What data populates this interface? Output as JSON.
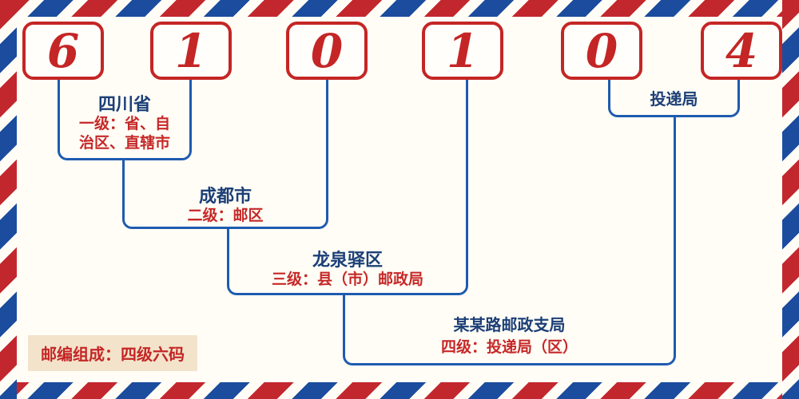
{
  "postal_code": {
    "digits": [
      "6",
      "1",
      "0",
      "1",
      "0",
      "4"
    ]
  },
  "levels": [
    {
      "place": "四川省",
      "desc_line1": "一级：省、自",
      "desc_line2": "治区、直辖市"
    },
    {
      "place": "成都市",
      "desc_line1": "二级：邮区"
    },
    {
      "place": "龙泉驿区",
      "desc_line1": "三级：县（市）邮政局"
    },
    {
      "place": "某某路邮政支局",
      "desc_line1": "四级：投递局（区）"
    }
  ],
  "delivery": {
    "label": "投递局"
  },
  "footer": {
    "note": "邮编组成：四级六码"
  },
  "colors": {
    "background": "#fffdf6",
    "digit_red": "#c42625",
    "line_blue": "#1e5bb0",
    "place_navy": "#1c3f77",
    "desc_red": "#c62828",
    "badge_bg": "#f3e3cb",
    "stripe_red": "#c3272e",
    "stripe_blue": "#1b4c9e"
  }
}
